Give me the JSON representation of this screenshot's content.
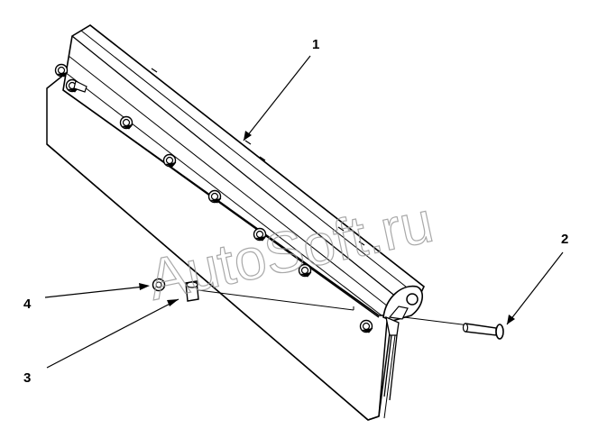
{
  "watermark": "AutoSoft.ru",
  "callouts": {
    "one": "1",
    "two": "2",
    "three": "3",
    "four": "4"
  },
  "colors": {
    "line": "#000000",
    "watermark": "#9a9a9a",
    "background": "#ffffff"
  }
}
